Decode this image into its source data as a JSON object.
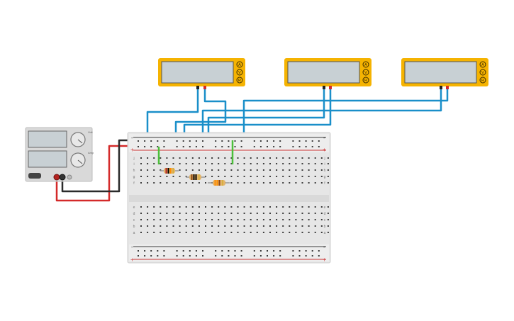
{
  "workspace": {
    "components": [
      {
        "type": "multimeter",
        "id": "meter-1",
        "display": "",
        "buttons": [
          "A",
          "V",
          "R"
        ]
      },
      {
        "type": "multimeter",
        "id": "meter-2",
        "display": "",
        "buttons": [
          "A",
          "V",
          "R"
        ]
      },
      {
        "type": "multimeter",
        "id": "meter-3",
        "display": "",
        "buttons": [
          "A",
          "V",
          "R"
        ]
      },
      {
        "type": "power-supply",
        "id": "supply",
        "voltage_display": "",
        "current_display": "",
        "knob_labels": [
          "Volt",
          "Amp"
        ]
      },
      {
        "type": "breadboard",
        "id": "bb",
        "rail_symbols": [
          "-",
          "+"
        ],
        "row_letters_top": [
          "j",
          "i",
          "h",
          "g",
          "f"
        ],
        "row_letters_bottom": [
          "e",
          "d",
          "c",
          "b",
          "a"
        ]
      },
      {
        "type": "resistor",
        "id": "r1",
        "bands": [
          "#b22222",
          "#000000",
          "#ff8c00",
          "#d4af37"
        ]
      },
      {
        "type": "resistor",
        "id": "r2",
        "bands": [
          "#8b4513",
          "#000000",
          "#000000",
          "#d4af37"
        ]
      },
      {
        "type": "resistor",
        "id": "r3",
        "bands": [
          "#ff8c00",
          "#ff8c00",
          "#8b4513",
          "#d4af37"
        ]
      }
    ],
    "colors": {
      "multimeter_body": "#f5b301",
      "display": "#c8d0d4",
      "wire_blue": "#1a8fc9",
      "wire_red": "#d42a2a",
      "wire_black": "#2b2b2b",
      "wire_green": "#4cbf3a",
      "breadboard": "#e8e8e8"
    }
  }
}
